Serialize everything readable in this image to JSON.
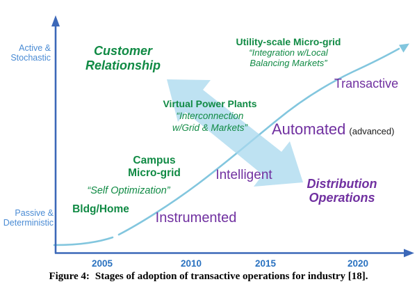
{
  "figure_caption": {
    "label": "Figure 4:",
    "text": "Stages of adoption of transactive operations for industry [18]."
  },
  "y_axis": {
    "top_label": [
      "Active &",
      "Stochastic"
    ],
    "bottom_label": [
      "Passive &",
      "Deterministic"
    ]
  },
  "x_axis": {
    "ticks": [
      "2005",
      "2010",
      "2015",
      "2020"
    ]
  },
  "green_labels": {
    "customer_relationship": [
      "Customer",
      "Relationship"
    ],
    "utility_scale": {
      "title": "Utility-scale Micro-grid",
      "quote": [
        "“Integration w/Local",
        "Balancing Markets”"
      ]
    },
    "virtual_power_plants": {
      "title": "Virtual Power Plants",
      "quote": [
        "“Interconnection",
        "w/Grid & Markets”"
      ]
    },
    "campus_micro_grid": [
      "Campus",
      "Micro-grid"
    ],
    "self_optimization": "“Self Optimization”",
    "bldg_home": "Bldg/Home"
  },
  "purple_labels": {
    "transactive": "Transactive",
    "automated": "Automated",
    "automated_qualifier": "(advanced)",
    "intelligent": "Intelligent",
    "instrumented": "Instrumented",
    "distribution_operations": [
      "Distribution",
      "Operations"
    ]
  },
  "colors": {
    "stage_green": "#108a44",
    "maturity_purple": "#7030a0",
    "axis_blue": "#3c68b8",
    "tick_blue": "#2a72c0",
    "axis_label_blue": "#4a8bd4",
    "curve_blue": "#82c6de",
    "big_arrow_fill": "#a8d8ee",
    "caption_black": "#000000"
  }
}
